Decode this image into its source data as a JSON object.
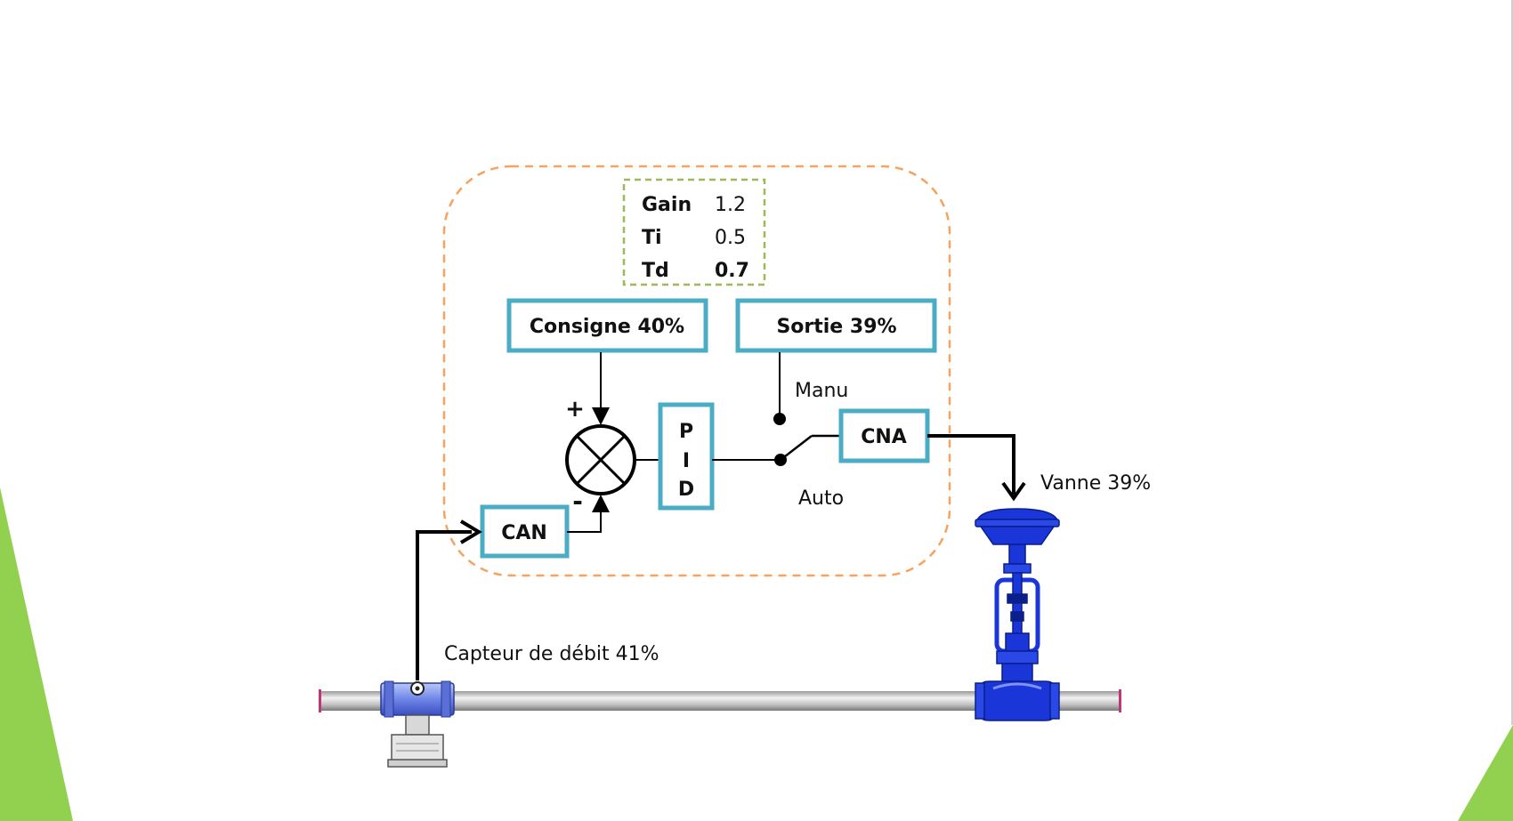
{
  "params": [
    {
      "label": "Gain",
      "value": "1.2"
    },
    {
      "label": "Ti",
      "value": "0.5"
    },
    {
      "label": "Td",
      "value": "0.7"
    }
  ],
  "blocks": {
    "consigne": "Consigne 40%",
    "sortie": "Sortie 39%",
    "pid": [
      "P",
      "I",
      "D"
    ],
    "cna": "CNA",
    "can": "CAN"
  },
  "switch": {
    "manu": "Manu",
    "auto": "Auto"
  },
  "signs": {
    "plus": "+",
    "minus": "-"
  },
  "labels": {
    "vanne": "Vanne 39%",
    "capteur": "Capteur de débit 41%"
  },
  "colors": {
    "block_border": "#4bacc6",
    "dashed_region": "#f4a460",
    "param_border": "#9bbb59",
    "accent_green": "#92d050",
    "valve_blue": "#1a35d8",
    "pipe_gray": "#c8c8c8"
  }
}
